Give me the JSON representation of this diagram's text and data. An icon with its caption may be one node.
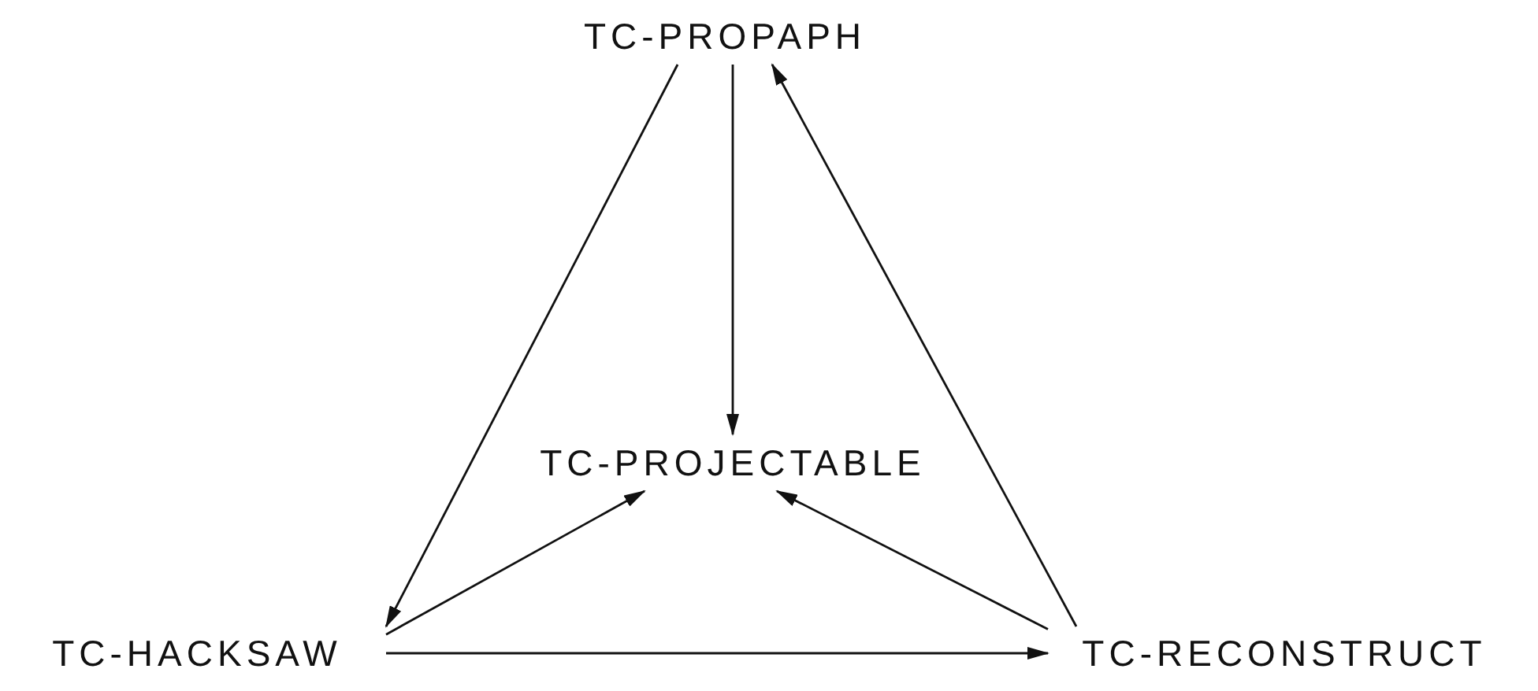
{
  "diagram": {
    "nodes": [
      {
        "text": [
          "TC-PROPAPH"
        ]
      },
      {
        "text": [
          "TC-PROJECTABLE"
        ]
      },
      {
        "text": [
          "TC-HACKSAW"
        ]
      },
      {
        "text": [
          "TC-RECONSTRUCT"
        ]
      }
    ],
    "edges": [
      {
        "from": 0,
        "to": 2,
        "arrow": "to"
      },
      {
        "from": 0,
        "to": 1,
        "arrow": "to"
      },
      {
        "from": 3,
        "to": 0,
        "arrow": "to"
      },
      {
        "from": 2,
        "to": 1,
        "arrow": "to"
      },
      {
        "from": 3,
        "to": 1,
        "arrow": "to"
      },
      {
        "from": 2,
        "to": 3,
        "arrow": "to"
      }
    ]
  }
}
